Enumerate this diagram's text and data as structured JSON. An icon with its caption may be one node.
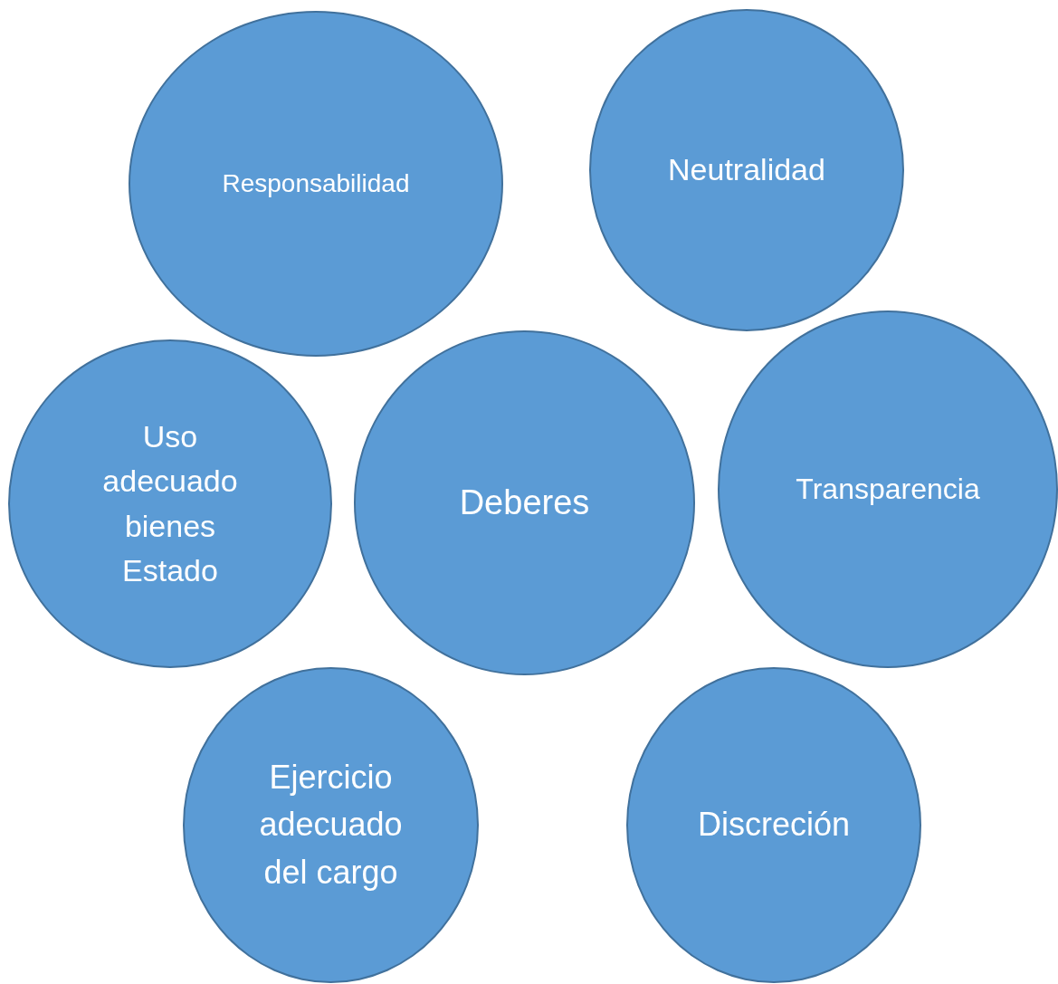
{
  "diagram": {
    "nodes": [
      {
        "text": [
          "Responsabilidad"
        ]
      },
      {
        "text": [
          "Neutralidad"
        ]
      },
      {
        "text": [
          "Uso adecuado bienes Estado"
        ]
      },
      {
        "text": [
          "Deberes"
        ]
      },
      {
        "text": [
          "Transparencia"
        ]
      },
      {
        "text": [
          "Ejercicio adecuado del cargo"
        ]
      },
      {
        "text": [
          "Discreción"
        ]
      }
    ]
  }
}
